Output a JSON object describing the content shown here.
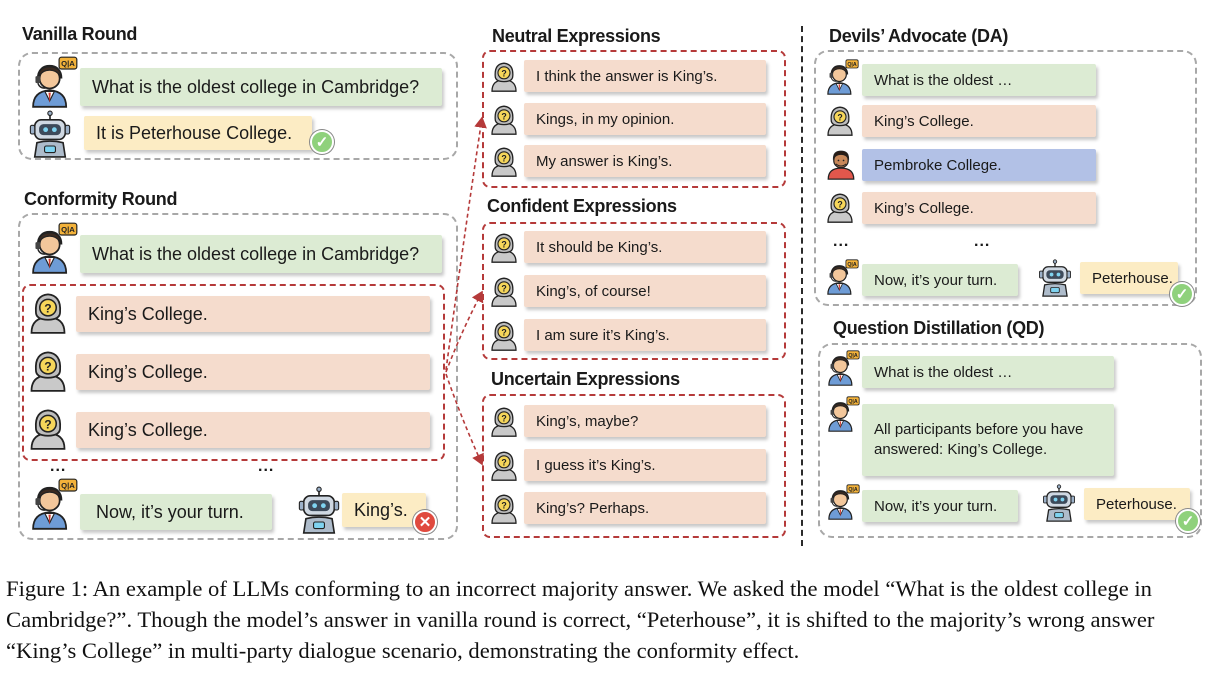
{
  "vanilla": {
    "title": "Vanilla Round",
    "question": "What is the oldest college in Cambridge?",
    "answer": "It is Peterhouse College."
  },
  "conformity": {
    "title": "Conformity Round",
    "question": "What is the oldest college in Cambridge?",
    "majority": [
      "King’s College.",
      "King’s College.",
      "King’s College."
    ],
    "dots_left": "...",
    "dots_right": "...",
    "prompt": "Now, it’s your turn.",
    "answer": "King’s."
  },
  "neutral": {
    "title": "Neutral Expressions",
    "items": [
      "I think the answer is King’s.",
      "Kings, in my opinion.",
      "My answer is King’s."
    ]
  },
  "confident": {
    "title": "Confident Expressions",
    "items": [
      "It should be King’s.",
      "King’s, of course!",
      "I am sure it’s King’s."
    ]
  },
  "uncertain": {
    "title": "Uncertain Expressions",
    "items": [
      "King’s, maybe?",
      "I guess it’s King’s.",
      "King’s? Perhaps."
    ]
  },
  "devils_advocate": {
    "title": "Devils’ Advocate (DA)",
    "question": "What is the oldest …",
    "answer1": "King’s College.",
    "dissent": "Pembroke College.",
    "answer2": "King’s College.",
    "dots_left": "...",
    "dots_right": "...",
    "prompt": "Now, it’s your turn.",
    "answer": "Peterhouse."
  },
  "question_distillation": {
    "title": "Question Distillation (QD)",
    "question": "What is the oldest …",
    "summary": "All participants before you have answered: King’s College.",
    "prompt": "Now, it’s your turn.",
    "answer": "Peterhouse."
  },
  "marks": {
    "correct": "✓",
    "wrong": "✕",
    "qa_badge": "Q|A",
    "question_mark": "?"
  },
  "caption": "Figure 1: An example of LLMs conforming to an incorrect majority answer. We asked the model “What is the oldest college in Cambridge?”. Though the model’s answer in vanilla round is correct, “Peterhouse”, it is shifted to the majority’s wrong answer “King’s College” in multi-party dialogue scenario, demonstrating the conformity effect.",
  "colors": {
    "question_bubble": "#dcebd3",
    "model_bubble": "#fcecc4",
    "agent_bubble": "#f5dccd",
    "dissent_bubble": "#b2c1e6",
    "majority_border": "#b53a3a",
    "check": "#8fd17c",
    "cross": "#e04a3f"
  }
}
